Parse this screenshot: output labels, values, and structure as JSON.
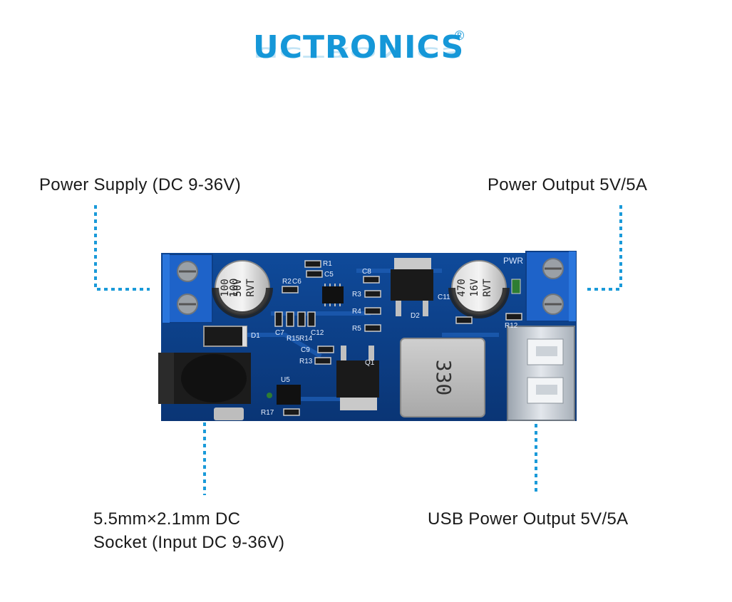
{
  "brand": {
    "name": "UCTRONICS",
    "registered": "®"
  },
  "labels": {
    "power_supply": "Power Supply (DC 9-36V)",
    "power_output": "Power Output 5V/5A",
    "dc_socket_line1": "5.5mm×2.1mm DC",
    "dc_socket_line2": "Socket (Input DC 9-36V)",
    "usb_output": "USB Power Output 5V/5A"
  },
  "board_markings": {
    "cap_left": [
      "100",
      "50V",
      "RVT"
    ],
    "cap_right": [
      "470",
      "16V",
      "RVT"
    ],
    "inductor": "330",
    "pwr": "PWR",
    "refs": [
      "R1",
      "C5",
      "R2",
      "C6",
      "C8",
      "R3",
      "R4",
      "R5",
      "C7",
      "R15",
      "R14",
      "C12",
      "C9",
      "R13",
      "D1",
      "U5",
      "R17",
      "C11",
      "R12",
      "Q1",
      "D2"
    ]
  },
  "colors": {
    "accent": "#1597d8",
    "pcb": "#0b3e86",
    "leader": "#1a9ad9"
  }
}
